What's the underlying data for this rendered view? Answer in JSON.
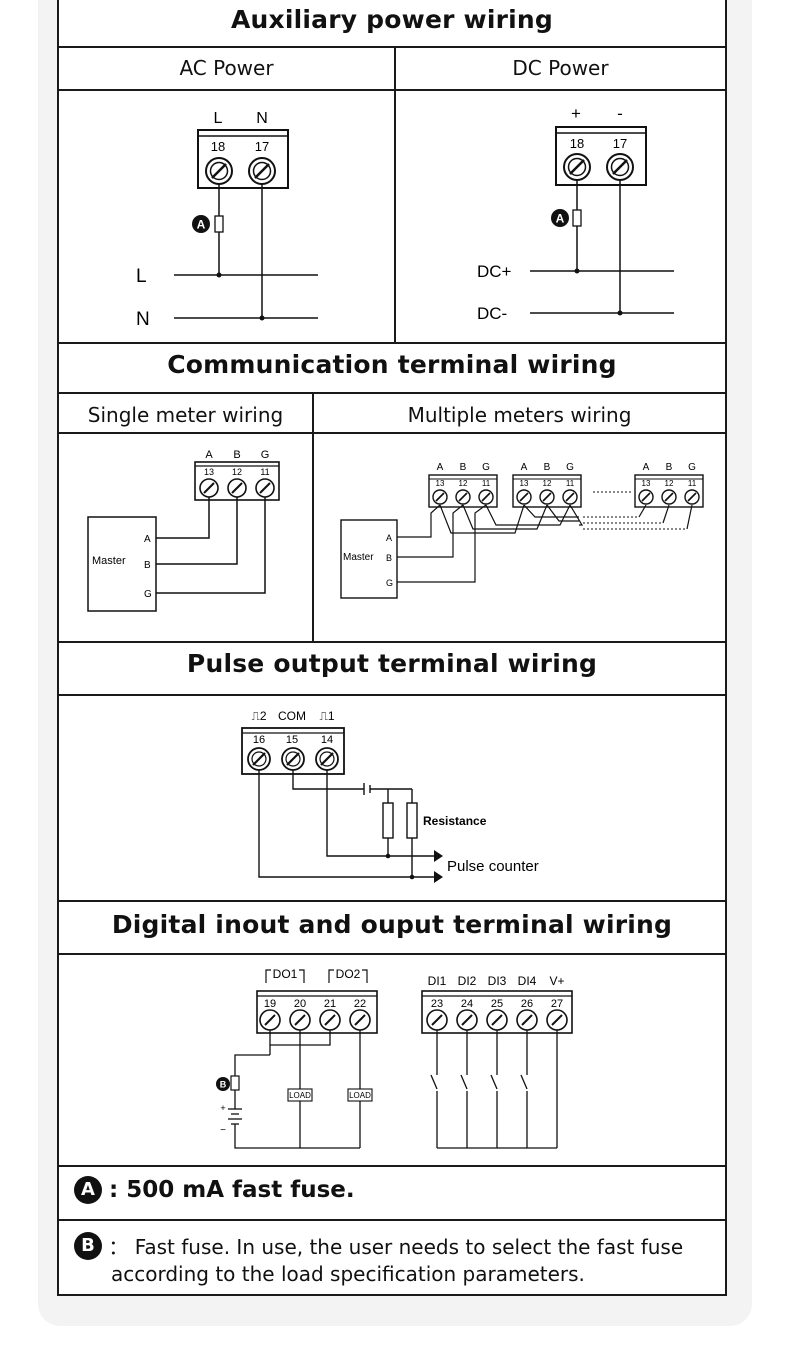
{
  "aux": {
    "title": "Auxiliary power wiring",
    "ac_label": "AC Power",
    "dc_label": "DC Power",
    "ac": {
      "term_top": [
        "L",
        "N"
      ],
      "term_nums": [
        "18",
        "17"
      ],
      "lines": [
        "L",
        "N"
      ],
      "fuse": "A"
    },
    "dc": {
      "term_top": [
        "+",
        "-"
      ],
      "term_nums": [
        "18",
        "17"
      ],
      "lines": [
        "DC+",
        "DC-"
      ],
      "fuse": "A"
    }
  },
  "comm": {
    "title": "Communication terminal wiring",
    "single_label": "Single meter wiring",
    "multi_label": "Multiple meters wiring",
    "term_top": [
      "A",
      "B",
      "G"
    ],
    "term_nums": [
      "13",
      "12",
      "11"
    ],
    "master": "Master",
    "master_pins": [
      "A",
      "B",
      "G"
    ]
  },
  "pulse": {
    "title": "Pulse output terminal wiring",
    "term_top": [
      "⎍2",
      "COM",
      "⎍1"
    ],
    "term_nums": [
      "16",
      "15",
      "14"
    ],
    "resistance": "Resistance",
    "counter": "Pulse counter"
  },
  "digital": {
    "title": "Digital inout and ouput terminal wiring",
    "do_labels": [
      "DO1",
      "DO2"
    ],
    "do_nums": [
      "19",
      "20",
      "21",
      "22"
    ],
    "di_labels": [
      "DI1",
      "DI2",
      "DI3",
      "DI4",
      "V+"
    ],
    "di_nums": [
      "23",
      "24",
      "25",
      "26",
      "27"
    ],
    "load": "LOAD",
    "fuse": "B",
    "plus": "+",
    "minus": "−"
  },
  "notes": {
    "a_badge": "A",
    "a_text": ": 500 mA fast fuse.",
    "b_badge": "B",
    "b_line1": "： Fast fuse. In use, the user needs to select the fast fuse",
    "b_line2": "according to the load specification parameters."
  }
}
